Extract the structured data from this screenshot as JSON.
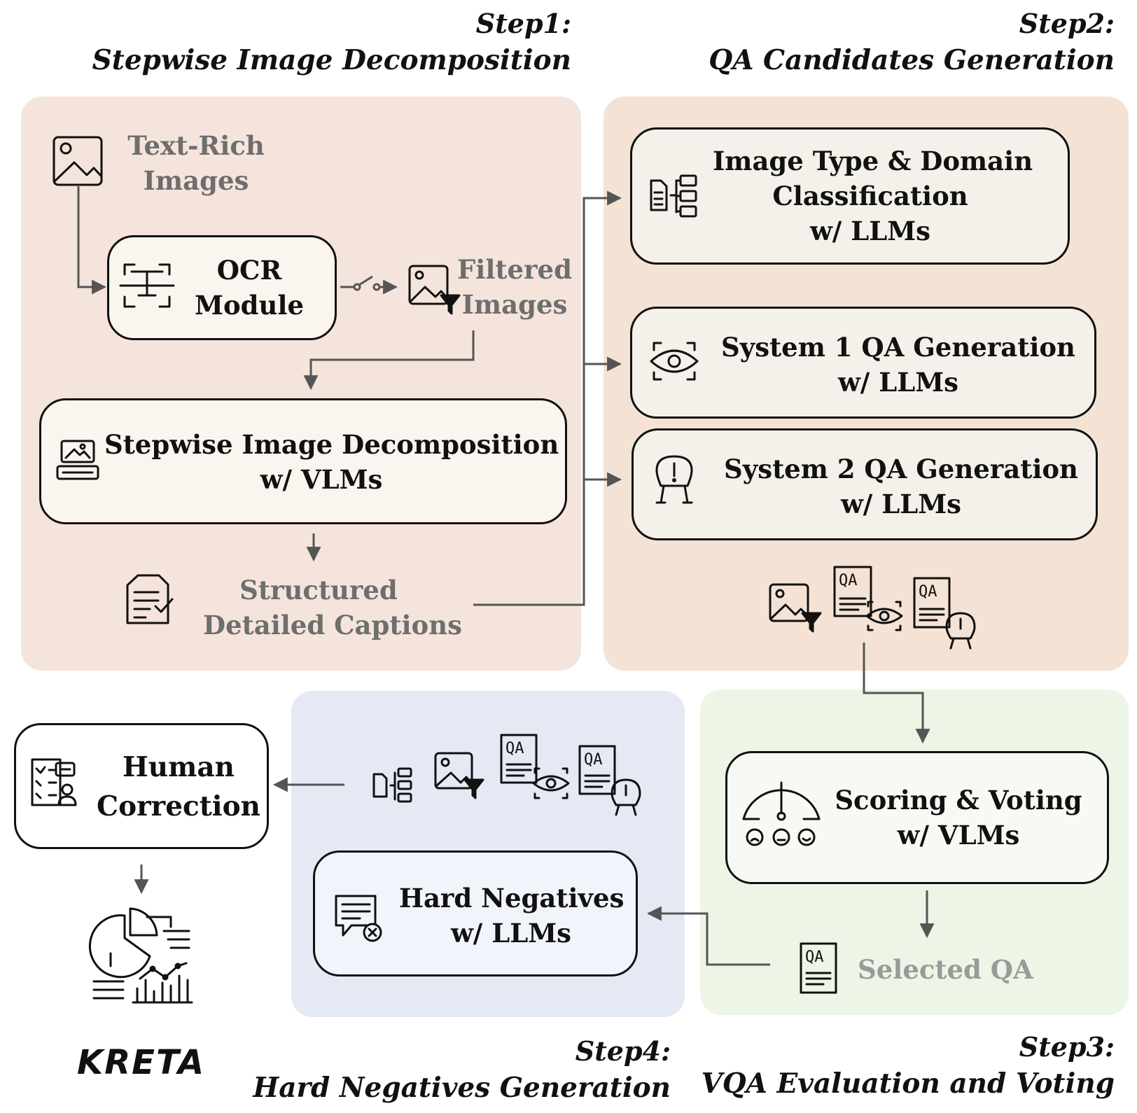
{
  "steps": {
    "step1": {
      "num": "Step1:",
      "title": "Stepwise Image Decomposition"
    },
    "step2": {
      "num": "Step2:",
      "title": "QA Candidates Generation"
    },
    "step3": {
      "num": "Step3:",
      "title": "VQA Evaluation and Voting"
    },
    "step4": {
      "num": "Step4:",
      "title": "Hard Negatives Generation"
    }
  },
  "panel1": {
    "text_rich": [
      "Text-Rich",
      "Images"
    ],
    "ocr": [
      "OCR",
      "Module"
    ],
    "filtered": [
      "Filtered",
      "Images"
    ],
    "decomp": [
      "Stepwise Image Decomposition",
      "w/ VLMs"
    ],
    "captions": [
      "Structured",
      "Detailed Captions"
    ]
  },
  "panel2": {
    "classification": [
      "Image Type & Domain",
      "Classification",
      "w/ LLMs"
    ],
    "system1": [
      "System 1 QA Generation",
      "w/ LLMs"
    ],
    "system2": [
      "System 2 QA Generation",
      "w/ LLMs"
    ]
  },
  "panel3": {
    "scoring": [
      "Scoring & Voting",
      "w/ VLMs"
    ],
    "selected": "Selected QA"
  },
  "panel4": {
    "hard": [
      "Hard Negatives",
      "w/ LLMs"
    ]
  },
  "human": [
    "Human",
    "Correction"
  ],
  "kreta": "KRETA",
  "icon_text": {
    "qa": "QA",
    "q": "Q",
    "a": "A"
  }
}
